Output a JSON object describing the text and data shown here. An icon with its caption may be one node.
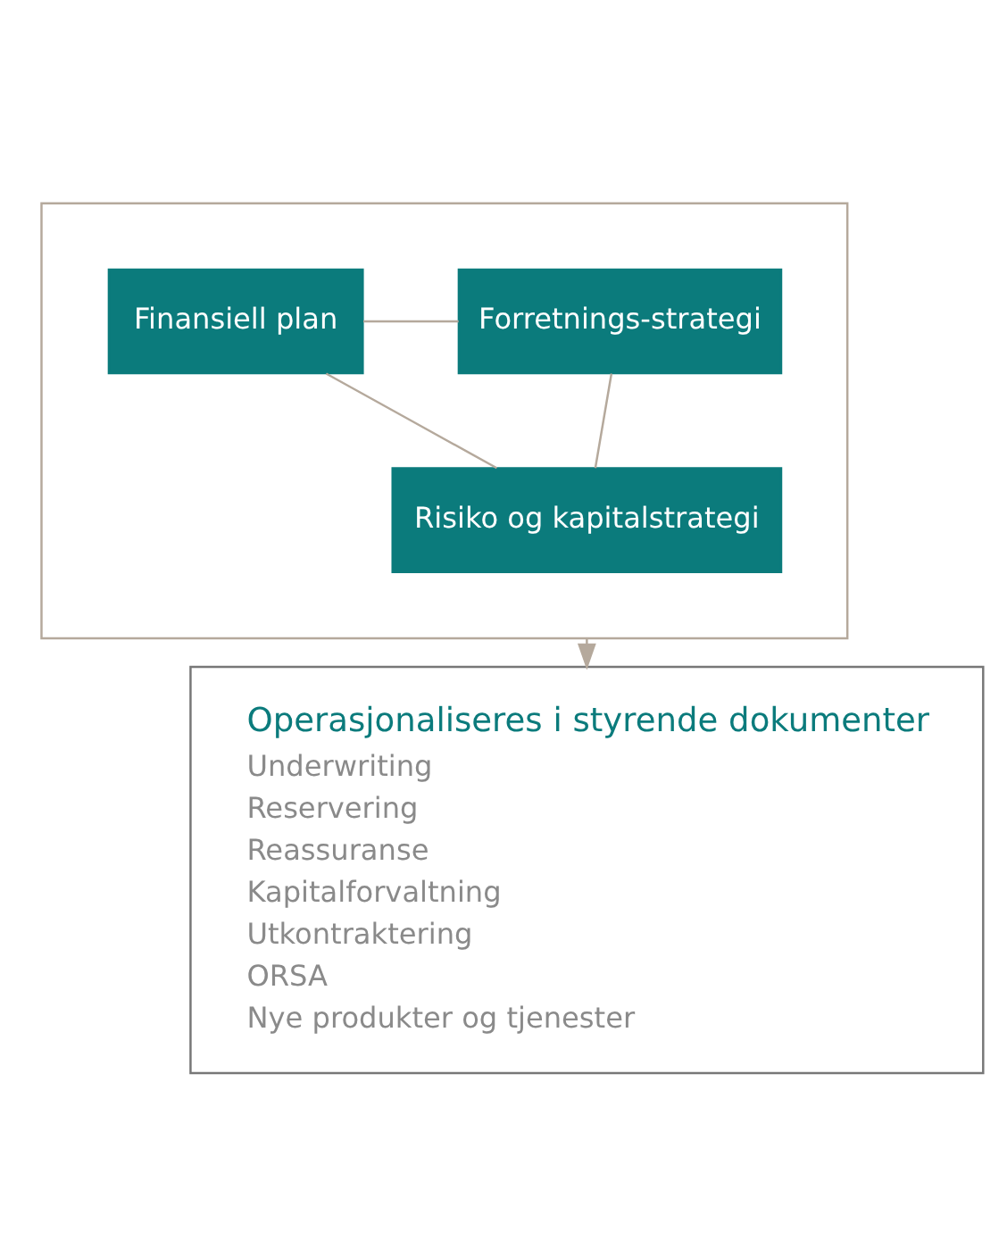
{
  "diagram": {
    "nodes": [
      {
        "text": [],
        "shape": "box"
      },
      {
        "text": [
          "Forretnings-strategi"
        ],
        "in": 0
      },
      {
        "text": [
          "Risiko og kapitalstrategi"
        ],
        "in": 0
      },
      {
        "text": [
          "Finansiell plan"
        ],
        "in": 0
      },
      {
        "text": [
          "Operasjonaliseres i styrende dokumenter",
          "Underwriting",
          "Reservering",
          "Reassuranse",
          "Kapitalforvaltning",
          "Utkontraktering",
          "ORSA",
          "Nye produkter og tjenester"
        ]
      }
    ],
    "edges": [
      {
        "from": 1,
        "to": 2,
        "arrow": "none"
      },
      {
        "from": 1,
        "to": 3,
        "arrow": "none"
      },
      {
        "from": 2,
        "to": 3,
        "arrow": "none"
      },
      {
        "from": 0,
        "to": 4,
        "arrow": "to"
      }
    ]
  }
}
